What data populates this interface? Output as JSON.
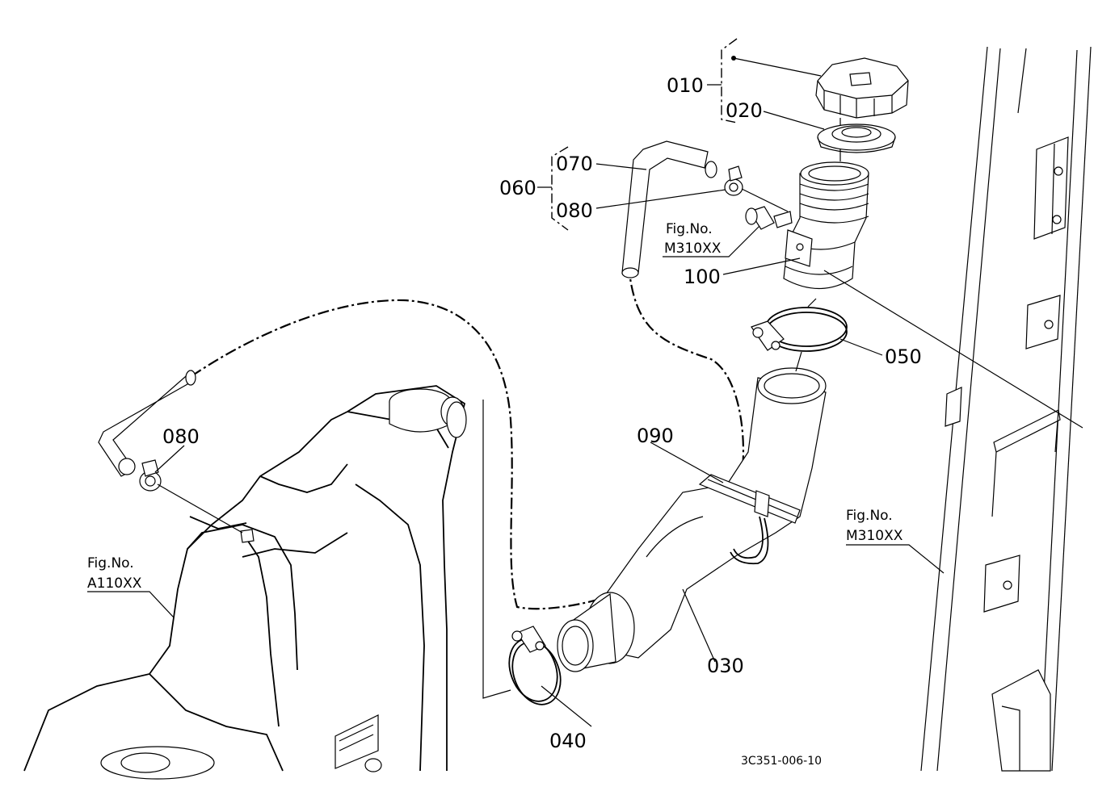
{
  "diagram": {
    "drawing_code": "3C351-006-10",
    "part_labels": {
      "p010": "010",
      "p020": "020",
      "p030": "030",
      "p040": "040",
      "p050": "050",
      "p060": "060",
      "p070": "070",
      "p080a": "080",
      "p080b": "080",
      "p090": "090",
      "p100": "100"
    },
    "figure_refs": {
      "ref1": {
        "line1": "Fig.No.",
        "line2": "M310XX"
      },
      "ref2": {
        "line1": "Fig.No.",
        "line2": "A110XX"
      },
      "ref3": {
        "line1": "Fig.No.",
        "line2": "M310XX"
      }
    }
  }
}
